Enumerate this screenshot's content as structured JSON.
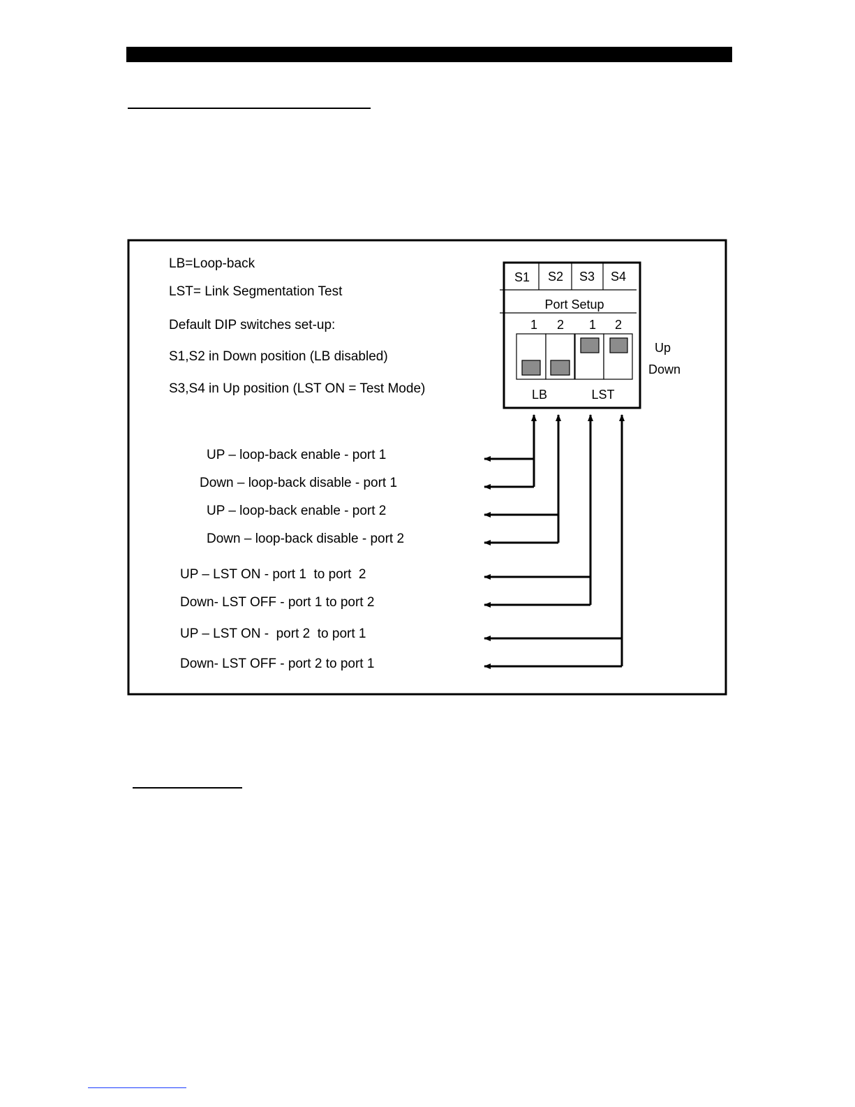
{
  "diagram": {
    "legend": {
      "lb_definition": "LB=Loop-back",
      "lst_definition": "LST= Link Segmentation Test",
      "default_title": "Default DIP switches set-up:",
      "default_s1_s2": "S1,S2 in Down position (LB disabled)",
      "default_s3_s4": "S3,S4 in Up position (LST ON = Test Mode)"
    },
    "switch_block": {
      "switches": [
        "S1",
        "S2",
        "S3",
        "S4"
      ],
      "title": "Port Setup",
      "port_numbers": [
        "1",
        "2",
        "1",
        "2"
      ],
      "positions": [
        "down",
        "down",
        "up",
        "up"
      ],
      "group_labels": [
        "LB",
        "LST"
      ],
      "up_label": "Up",
      "down_label": "Down"
    },
    "descriptions": [
      "UP – loop-back enable - port 1",
      "Down – loop-back disable - port 1",
      "UP – loop-back enable - port 2",
      "Down – loop-back disable - port 2",
      "UP – LST ON - port 1  to port  2",
      "Down- LST OFF - port 1 to port 2",
      "UP – LST ON -  port 2  to port 1",
      "Down- LST OFF - port 2 to port 1"
    ]
  }
}
